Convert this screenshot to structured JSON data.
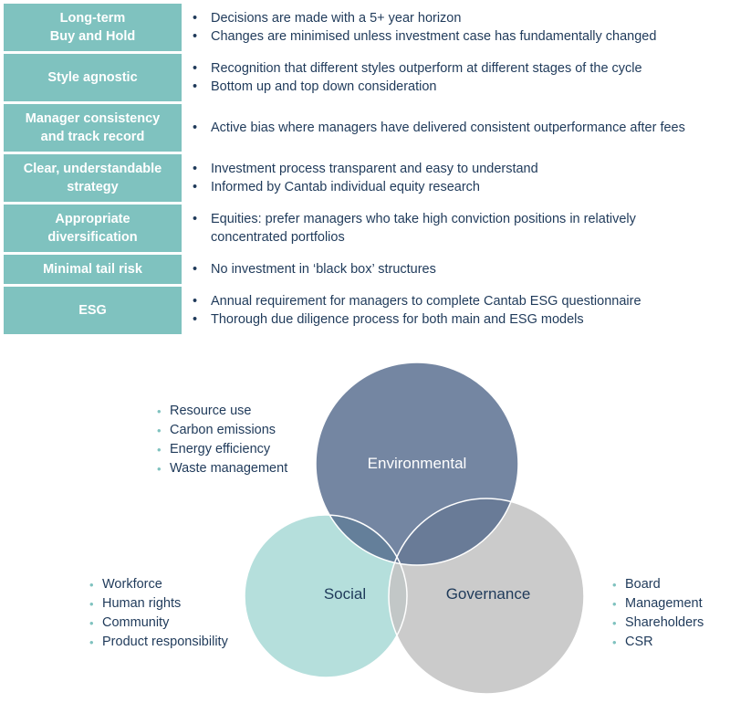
{
  "colors": {
    "teal_label": "#7fc2bf",
    "text_navy": "#1f3a5a",
    "environmental_fill": "#6f83a0",
    "social_fill": "#b5dfdc",
    "governance_fill": "#c6c6c6"
  },
  "table": {
    "rows": [
      {
        "label": "Long-term\nBuy and Hold",
        "bullets": [
          "Decisions are made with a 5+ year horizon",
          "Changes are minimised unless investment case has fundamentally changed"
        ]
      },
      {
        "label": "Style agnostic",
        "bullets": [
          "Recognition that different styles outperform at different stages of the cycle",
          "Bottom up and top down consideration"
        ]
      },
      {
        "label": "Manager consistency\nand track record",
        "bullets": [
          "Active bias where managers have delivered consistent outperformance after fees"
        ]
      },
      {
        "label": "Clear, understandable\nstrategy",
        "bullets": [
          "Investment process transparent and easy to understand",
          "Informed by Cantab individual equity research"
        ]
      },
      {
        "label": "Appropriate\ndiversification",
        "bullets": [
          "Equities: prefer managers who take high conviction positions in relatively\nconcentrated portfolios"
        ]
      },
      {
        "label": "Minimal tail risk",
        "bullets": [
          "No investment in ‘black box’ structures"
        ]
      },
      {
        "label": "ESG",
        "bullets": [
          "Annual requirement for managers to complete Cantab ESG questionnaire",
          "Thorough due diligence process for both main and ESG models"
        ]
      }
    ]
  },
  "venn": {
    "environmental": {
      "label": "Environmental",
      "items": [
        "Resource use",
        "Carbon emissions",
        "Energy efficiency",
        "Waste management"
      ]
    },
    "social": {
      "label": "Social",
      "items": [
        "Workforce",
        "Human rights",
        "Community",
        "Product responsibility"
      ]
    },
    "governance": {
      "label": "Governance",
      "items": [
        "Board",
        "Management",
        "Shareholders",
        "CSR"
      ]
    }
  }
}
